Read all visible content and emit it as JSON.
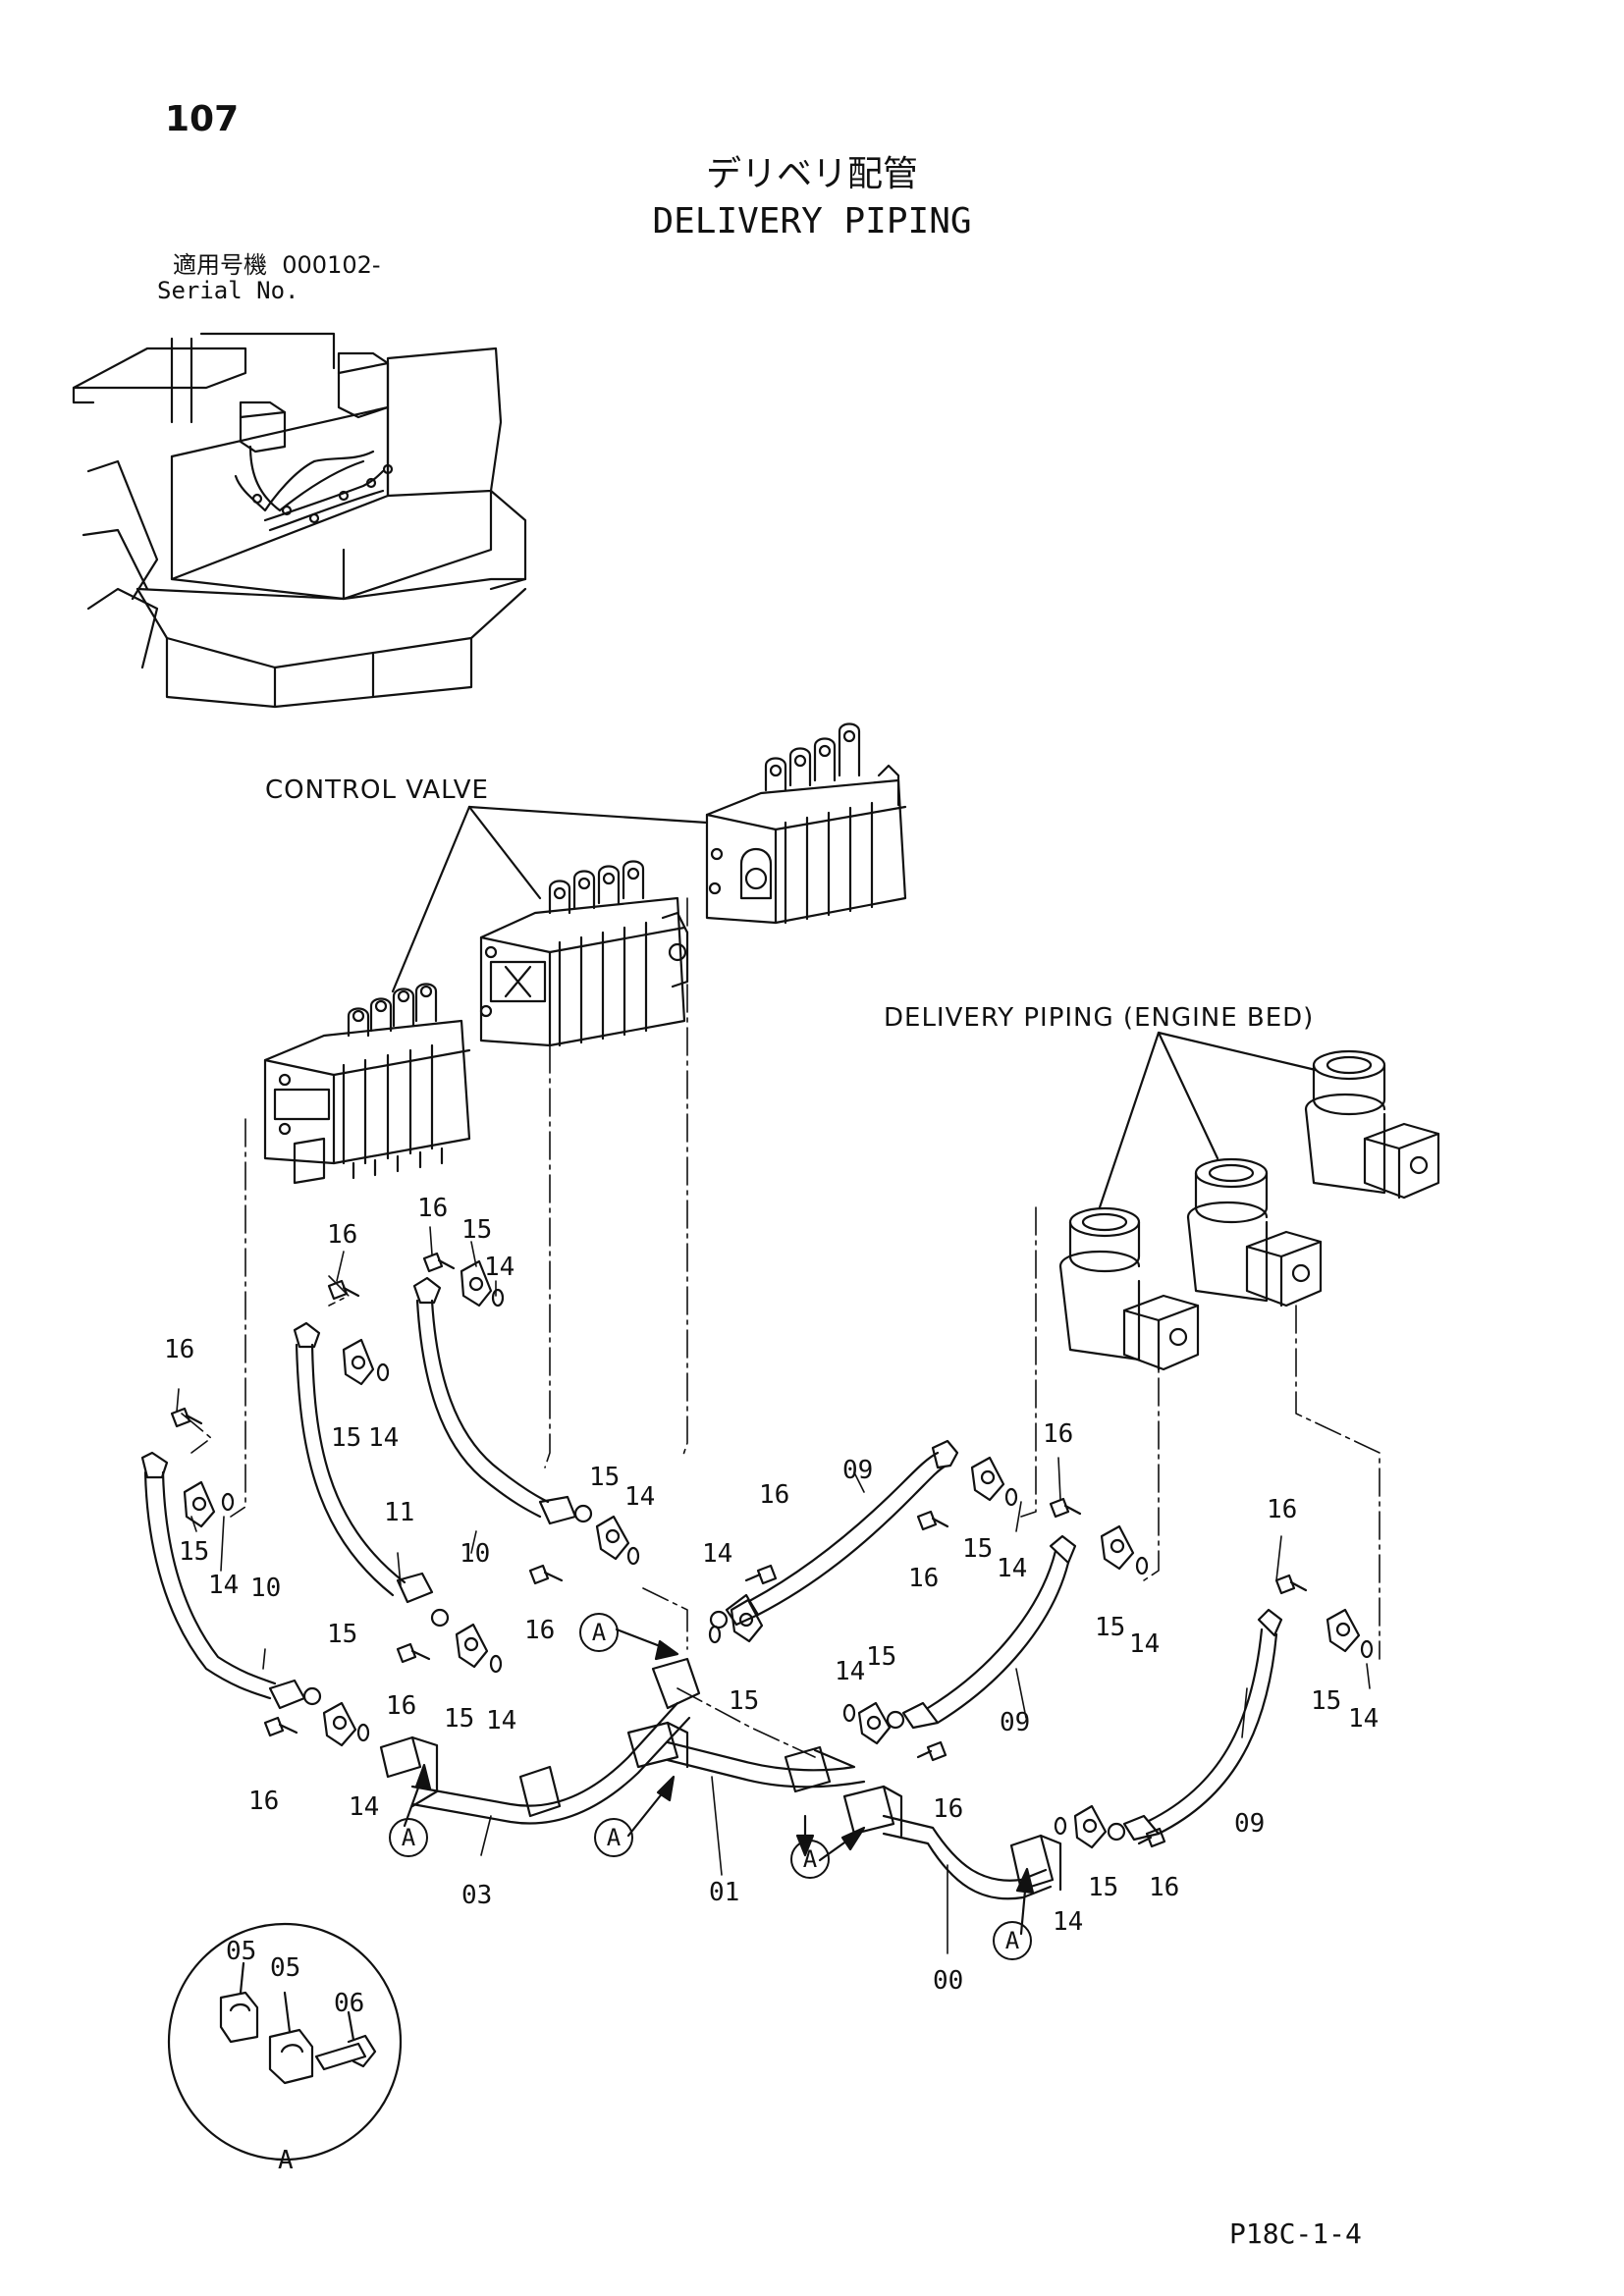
{
  "header": {
    "page_number": "107",
    "title_jp": "デリベリ配管",
    "title_en": "DELIVERY PIPING",
    "serial_label_jp": "適用号機",
    "serial_value": "000102-",
    "serial_label_en": "Serial No."
  },
  "callouts": {
    "control_valve": "CONTROL VALVE",
    "delivery_engine_bed": "DELIVERY PIPING (ENGINE BED)"
  },
  "part_labels": {
    "p00": "00",
    "p01": "01",
    "p03": "03",
    "p05": "05",
    "p06": "06",
    "p09": "09",
    "p10": "10",
    "p11": "11",
    "p14": "14",
    "p15": "15",
    "p16": "16",
    "detail_a": "A"
  },
  "footer": {
    "doc_code": "P18C-1-4"
  }
}
